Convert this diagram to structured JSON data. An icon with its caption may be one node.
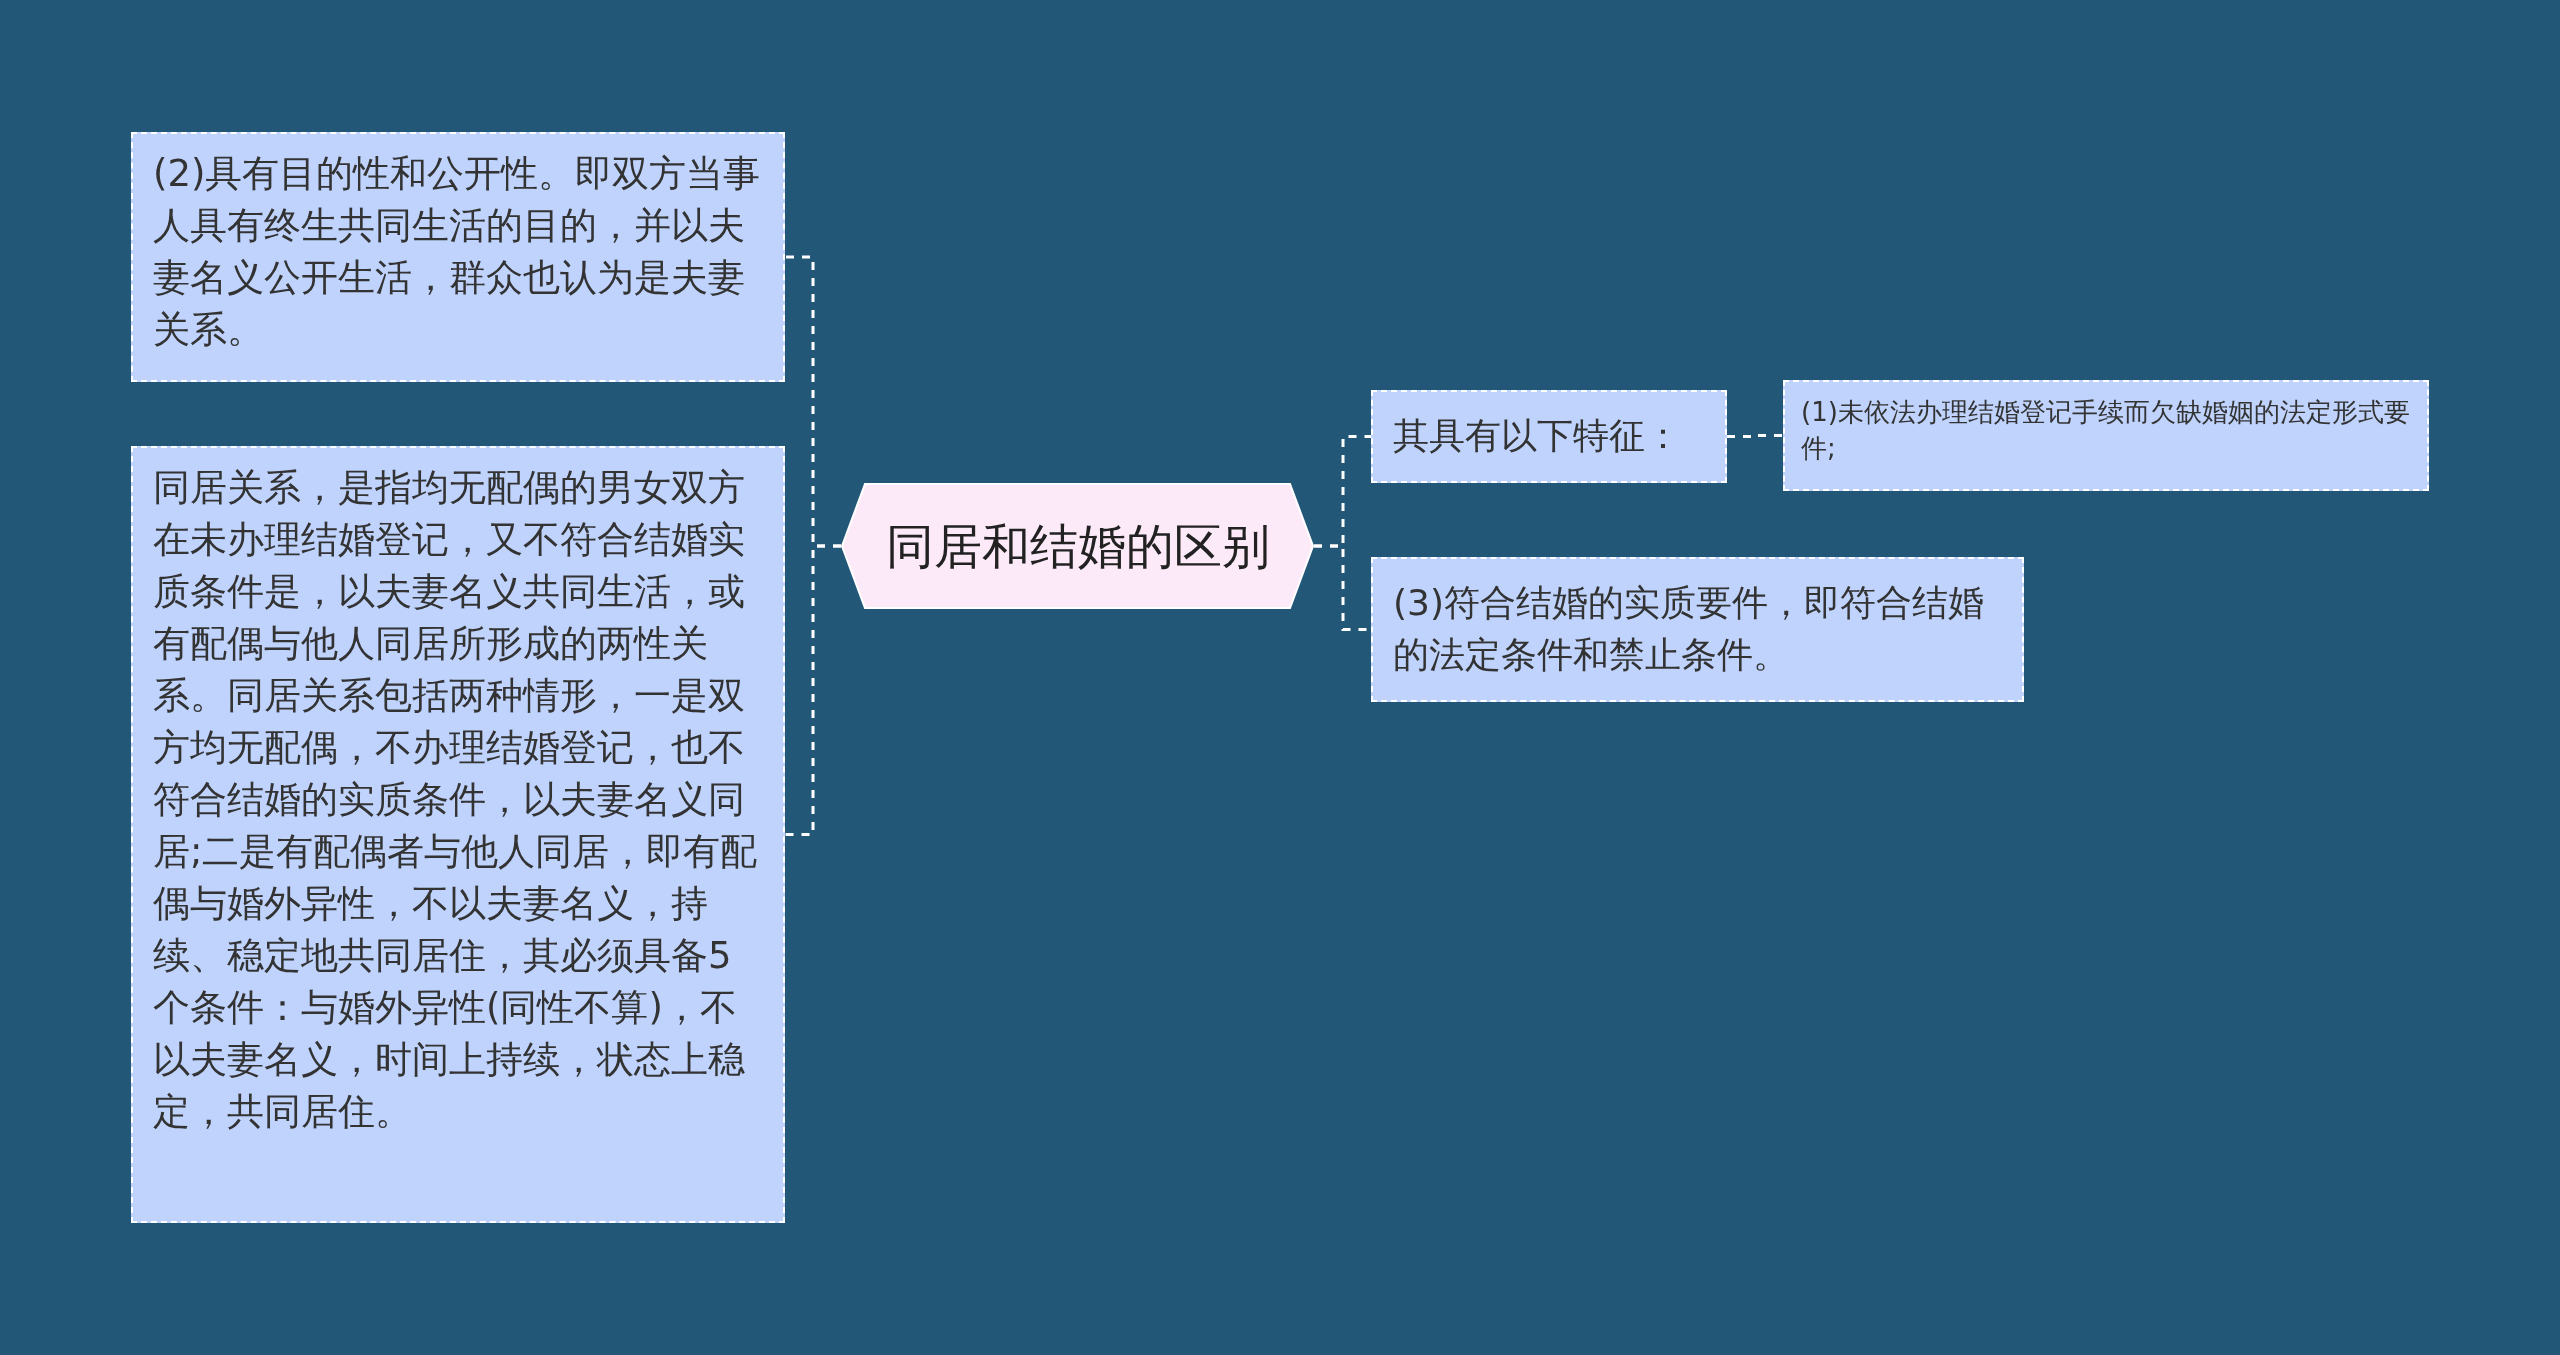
{
  "diagram": {
    "nodes": [
      {
        "text": [
          "同居和结婚的区别"
        ]
      },
      {
        "text": [
          "(2)具有目的性和公开性。即双方当事人具有终生共同生活的目的，并以夫妻名义公开生活，群众也认为是夫妻关系。"
        ]
      },
      {
        "text": [
          "同居关系，是指均无配偶的男女双方在未办理结婚登记，又不符合结婚实质条件是，以夫妻名义共同生活，或有配偶与他人同居所形成的两性关系。同居关系包括两种情形，一是双方均无配偶，不办理结婚登记，也不符合结婚的实质条件，以夫妻名义同居;二是有配偶者与他人同居，即有配偶与婚外异性，不以夫妻名义，持续、稳定地共同居住，其必须具备5个条件：与婚外异性(同性不算)，不以夫妻名义，时间上持续，状态上稳定，共同居住。"
        ]
      },
      {
        "text": [
          "其具有以下特征："
        ]
      },
      {
        "text": [
          "(1)未依法办理结婚登记手续而欠缺婚姻的法定形式要件;"
        ]
      },
      {
        "text": [
          "(3)符合结婚的实质要件，即符合结婚的法定条件和禁止条件。"
        ]
      }
    ],
    "edges": [
      {
        "from": 0,
        "to": 1,
        "arrow": "none",
        "style": "dashed"
      },
      {
        "from": 0,
        "to": 2,
        "arrow": "none",
        "style": "dashed"
      },
      {
        "from": 0,
        "to": 3,
        "arrow": "none",
        "style": "dashed"
      },
      {
        "from": 0,
        "to": 5,
        "arrow": "none",
        "style": "dashed"
      },
      {
        "from": 3,
        "to": 4,
        "arrow": "none",
        "style": "dashed"
      }
    ]
  }
}
